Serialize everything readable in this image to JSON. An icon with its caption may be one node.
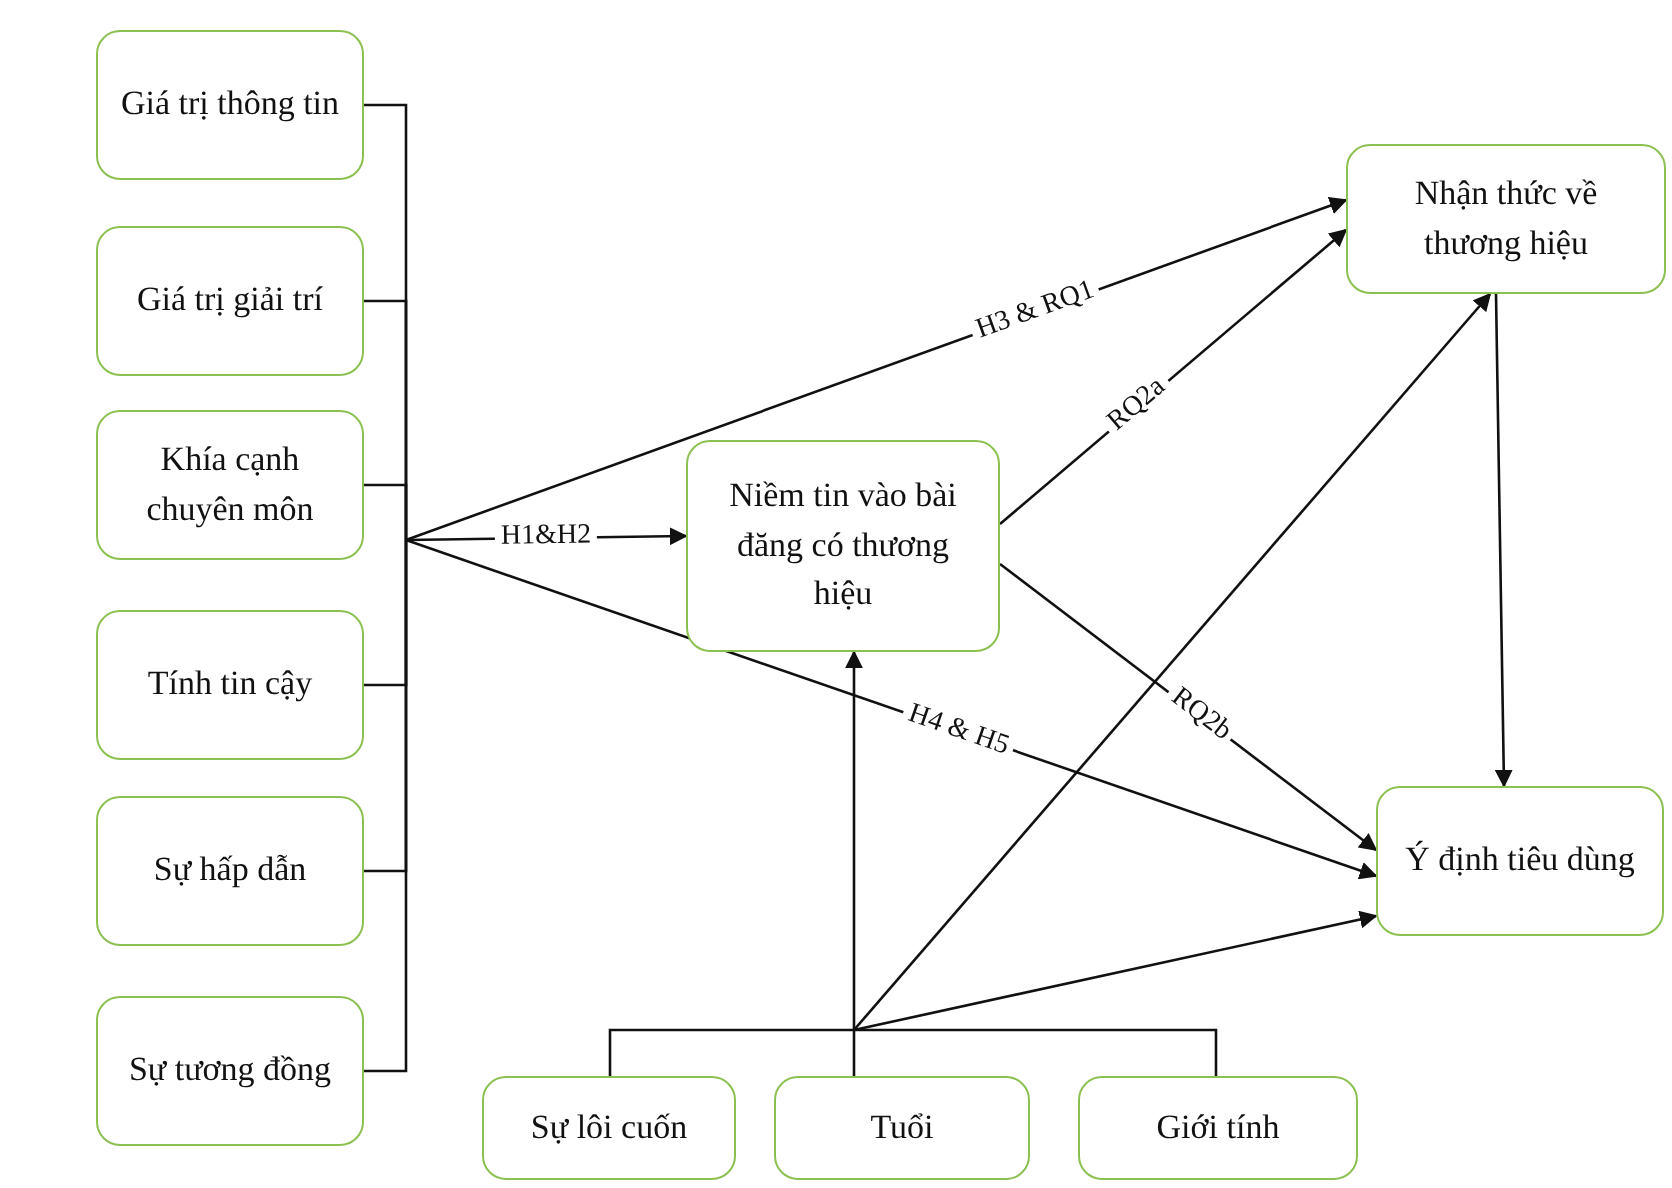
{
  "diagram": {
    "nodes": [
      {
        "text": [
          "Giá trị thông tin"
        ]
      },
      {
        "text": [
          "Giá trị giải trí"
        ]
      },
      {
        "text": [
          "Khía cạnh chuyên môn"
        ]
      },
      {
        "text": [
          "Tính tin cậy"
        ]
      },
      {
        "text": [
          "Sự hấp dẫn"
        ]
      },
      {
        "text": [
          "Sự tương đồng"
        ]
      },
      {
        "text": [
          "Niềm tin vào bài đăng có thương hiệu"
        ]
      },
      {
        "text": [
          "Nhận thức về thương hiệu"
        ]
      },
      {
        "text": [
          "Ý định tiêu dùng"
        ]
      },
      {
        "text": [
          "Sự lôi cuốn"
        ]
      },
      {
        "text": [
          "Tuổi"
        ]
      },
      {
        "text": [
          "Giới tính"
        ]
      }
    ],
    "edges": [
      {
        "from": 0,
        "to": 6,
        "arrow": "to",
        "label": "H1&H2"
      },
      {
        "from": 1,
        "to": 6,
        "arrow": "to"
      },
      {
        "from": 2,
        "to": 6,
        "arrow": "to"
      },
      {
        "from": 3,
        "to": 6,
        "arrow": "to"
      },
      {
        "from": 4,
        "to": 6,
        "arrow": "to"
      },
      {
        "from": 5,
        "to": 6,
        "arrow": "to"
      },
      {
        "from": 0,
        "to": 7,
        "arrow": "to",
        "label": "H3 & RQ1"
      },
      {
        "from": 1,
        "to": 7,
        "arrow": "to"
      },
      {
        "from": 2,
        "to": 7,
        "arrow": "to"
      },
      {
        "from": 3,
        "to": 7,
        "arrow": "to"
      },
      {
        "from": 4,
        "to": 7,
        "arrow": "to"
      },
      {
        "from": 5,
        "to": 7,
        "arrow": "to"
      },
      {
        "from": 0,
        "to": 8,
        "arrow": "to",
        "label": "H4 & H5"
      },
      {
        "from": 1,
        "to": 8,
        "arrow": "to"
      },
      {
        "from": 2,
        "to": 8,
        "arrow": "to"
      },
      {
        "from": 3,
        "to": 8,
        "arrow": "to"
      },
      {
        "from": 4,
        "to": 8,
        "arrow": "to"
      },
      {
        "from": 5,
        "to": 8,
        "arrow": "to"
      },
      {
        "from": 6,
        "to": 7,
        "arrow": "to",
        "label": "RQ2a"
      },
      {
        "from": 6,
        "to": 8,
        "arrow": "to",
        "label": "RQ2b"
      },
      {
        "from": 7,
        "to": 8,
        "arrow": "to"
      },
      {
        "from": 9,
        "to": 6,
        "arrow": "to"
      },
      {
        "from": 10,
        "to": 6,
        "arrow": "to"
      },
      {
        "from": 11,
        "to": 6,
        "arrow": "to"
      },
      {
        "from": 9,
        "to": 7,
        "arrow": "to"
      },
      {
        "from": 10,
        "to": 7,
        "arrow": "to"
      },
      {
        "from": 11,
        "to": 7,
        "arrow": "to"
      },
      {
        "from": 9,
        "to": 8,
        "arrow": "to"
      },
      {
        "from": 10,
        "to": 8,
        "arrow": "to"
      },
      {
        "from": 11,
        "to": 8,
        "arrow": "to"
      }
    ]
  }
}
